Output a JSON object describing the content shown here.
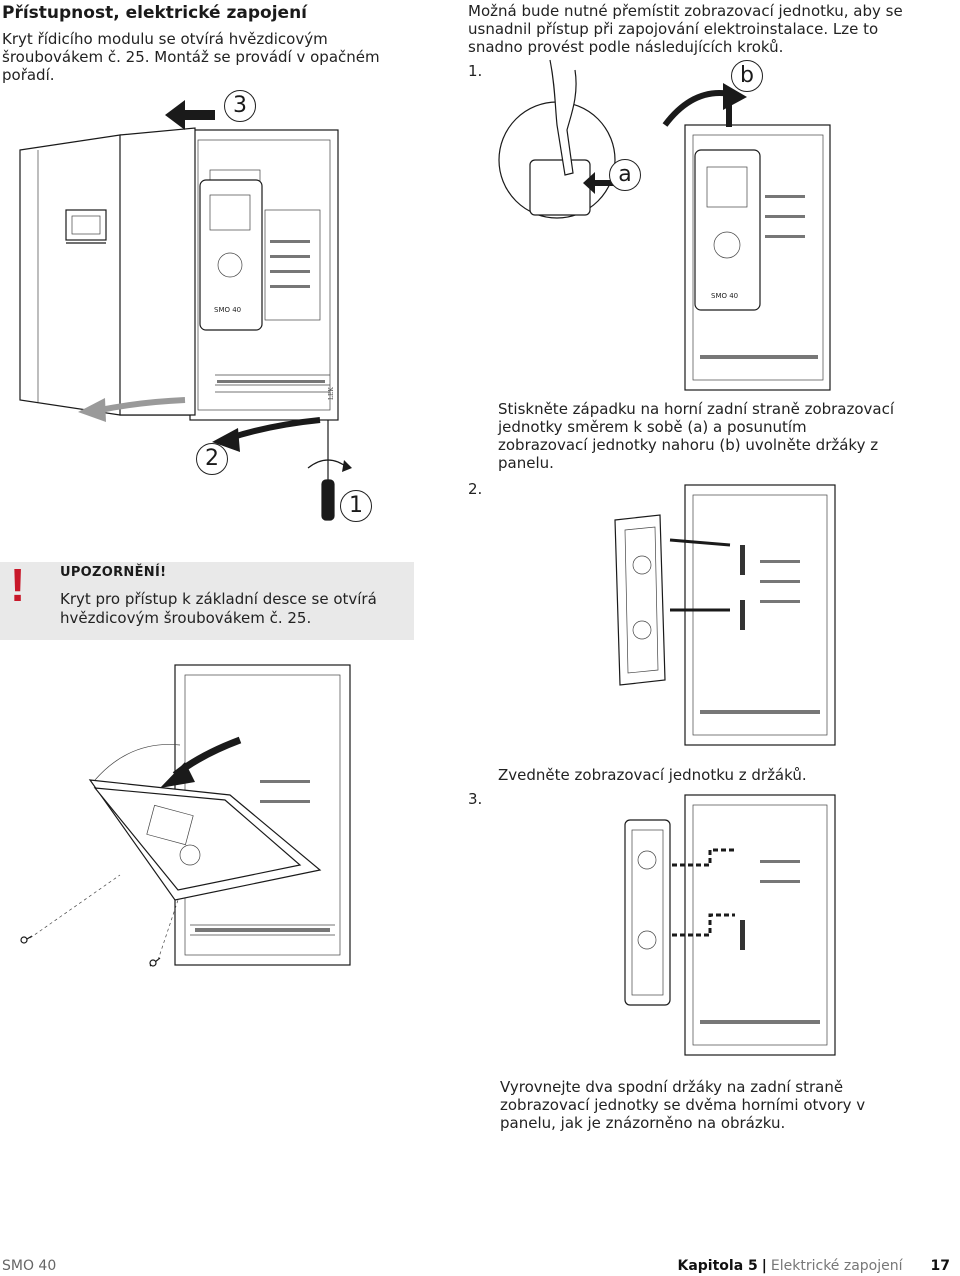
{
  "page": {
    "title": "Přístupnost, elektrické zapojení",
    "intro_left": "Kryt řídicího modulu se otvírá hvězdicovým šroubovákem č. 25. Montáž se provádí v opačném pořadí.",
    "intro_right": "Možná bude nutné přemístit zobrazovací jednotku, aby se usnadnil přístup při zapojování elektroinstalace. Lze to snadno provést podle následujících kroků."
  },
  "left_figure": {
    "callouts": [
      "3",
      "2",
      "1"
    ],
    "unit_label": "SMO 40"
  },
  "warning": {
    "mark": "!",
    "heading": "UPOZORNĚNÍ!",
    "text": "Kryt pro přístup k základní desce se otvírá hvězdicovým šroubovákem č. 25."
  },
  "steps": [
    {
      "number": "1.",
      "callouts": [
        "a",
        "b"
      ],
      "text": ""
    },
    {
      "number": "2.",
      "text": "Stiskněte západku na horní zadní straně zobrazovací jednotky směrem k sobě (a) a posunutím zobrazovací jednotky nahoru (b) uvolněte držáky z panelu."
    },
    {
      "number": "3.",
      "text": "Zvedněte zobrazovací jednotku z držáků."
    },
    {
      "number": "",
      "text": "Vyrovnejte dva spodní držáky na zadní straně zobrazovací jednotky se dvěma horními otvory v panelu, jak je znázorněno na obrázku."
    }
  ],
  "footer": {
    "product": "SMO 40",
    "chapter": "Kapitola 5",
    "separator": "|",
    "section": "Elektrické zapojení",
    "page_number": "17"
  },
  "colors": {
    "warning_mark": "#c8182a",
    "warning_bg": "#e9e9e9",
    "footer_grey": "#777777"
  },
  "icons": [
    "arrow-icon",
    "screwdriver-icon",
    "hand-icon",
    "warning-icon"
  ]
}
